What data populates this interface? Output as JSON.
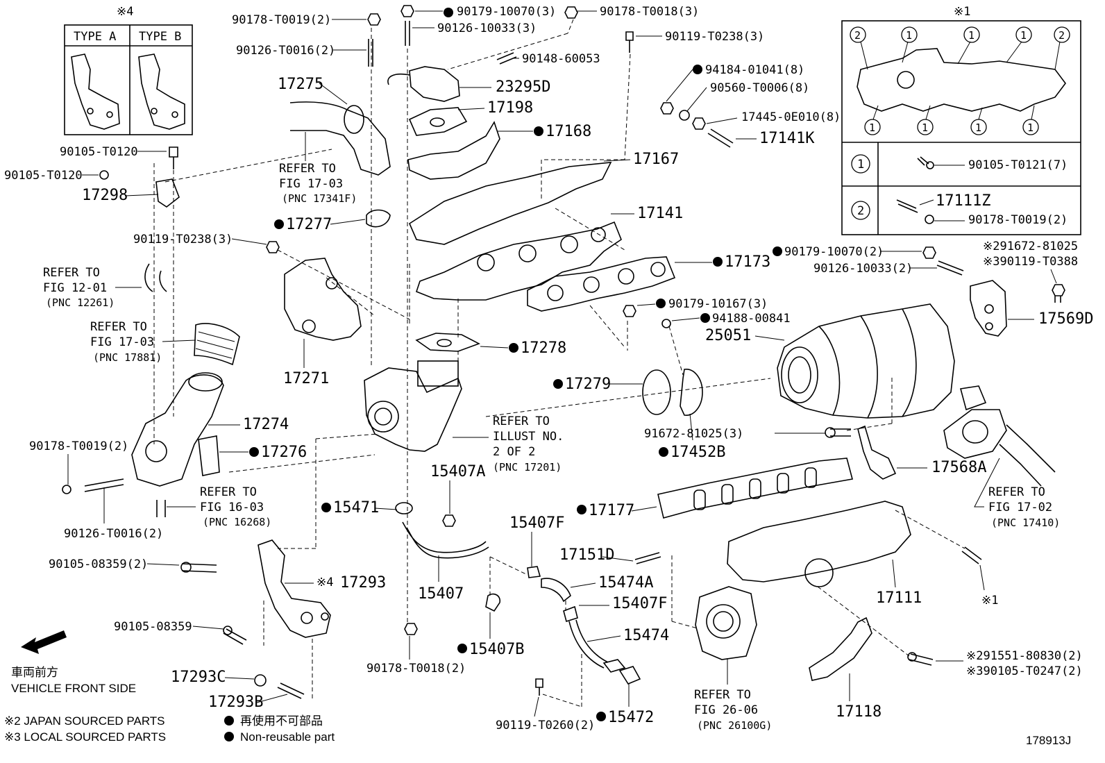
{
  "diagram_id": "178913J",
  "type_box": {
    "mark": "※4",
    "type_a": "TYPE A",
    "type_b": "TYPE B"
  },
  "ref_box": {
    "mark": "※1",
    "circle_1": "1",
    "circle_2": "2",
    "row1_part": "90105-T0121(7)",
    "row2_part_a": "17111Z",
    "row2_part_b": "90178-T0019(2)"
  },
  "labels": {
    "p90178_T0019_2a": "90178-T0019(2)",
    "p90179_10070_3": "90179-10070(3)",
    "p90178_T0018_3": "90178-T0018(3)",
    "p90126_10033_3": "90126-10033(3)",
    "p90119_T0238_3a": "90119-T0238(3)",
    "p90126_T0016_2a": "90126-T0016(2)",
    "p90148_60053": "90148-60053",
    "p94184_01041_8": "94184-01041(8)",
    "p17275": "17275",
    "p23295D": "23295D",
    "p90560_T0006_8": "90560-T0006(8)",
    "p17198": "17198",
    "p17445_0E010_8": "17445-0E010(8)",
    "p17168": "17168",
    "p17141K": "17141K",
    "p90105_T0120a": "90105-T0120",
    "p90105_T0120b": "90105-T0120",
    "p17167": "17167",
    "p17298": "17298",
    "p17141": "17141",
    "p17277": "17277",
    "p90119_T0238_3b": "90119-T0238(3)",
    "p90179_10070_2": "90179-10070(2)",
    "p91672_81025_top": "※291672-81025",
    "p90119_T0388": "※390119-T0388",
    "p90126_10033_2": "90126-10033(2)",
    "p17173": "17173",
    "p90179_10167_3": "90179-10167(3)",
    "p94188_00841": "94188-00841",
    "p17569D": "17569D",
    "p25051": "25051",
    "p17278": "17278",
    "p17271": "17271",
    "p17279": "17279",
    "p17274": "17274",
    "p91672_81025_3": "91672-81025(3)",
    "p17452B": "17452B",
    "p17276": "17276",
    "p17568A": "17568A",
    "p90178_T0019_2b": "90178-T0019(2)",
    "p15407A": "15407A",
    "p17177": "17177",
    "p90126_T0016_2b": "90126-T0016(2)",
    "p15471": "15471",
    "p15407F_a": "15407F",
    "p17151D": "17151D",
    "p90105_08359_2": "90105-08359(2)",
    "p15474A": "15474A",
    "p17111": "17111",
    "p17293": "17293",
    "p17293_mark": "※4",
    "p15407": "15407",
    "p15407F_b": "15407F",
    "p17111_mark": "※1",
    "p90105_08359": "90105-08359",
    "p15474": "15474",
    "p15407B": "15407B",
    "p91551_80830": "※291551-80830(2)",
    "p90105_T0247": "※390105-T0247(2)",
    "p90178_T0018_2": "90178-T0018(2)",
    "p17293C": "17293C",
    "p17118": "17118",
    "p17293B": "17293B",
    "p15472": "15472",
    "p90119_T0260_2": "90119-T0260(2)"
  },
  "refers": {
    "r1": [
      "REFER TO",
      "FIG 17-03",
      "(PNC 17341F)"
    ],
    "r2": [
      "REFER TO",
      "FIG 12-01",
      "(PNC 12261)"
    ],
    "r3": [
      "REFER TO",
      "FIG 17-03",
      "(PNC 17881)"
    ],
    "r4": [
      "REFER TO",
      "ILLUST NO.",
      "2 OF 2",
      "(PNC 17201)"
    ],
    "r5": [
      "REFER TO",
      "FIG 16-03",
      "(PNC 16268)"
    ],
    "r6": [
      "REFER TO",
      "FIG 17-02",
      "(PNC 17410)"
    ],
    "r7": [
      "REFER TO",
      "FIG 26-06",
      "(PNC 26100G)"
    ]
  },
  "legend": {
    "direction_jp": "車両前方",
    "direction_en": "VEHICLE FRONT SIDE",
    "note2": "※2 JAPAN SOURCED PARTS",
    "note3": "※3 LOCAL SOURCED PARTS",
    "nonreuse_jp": "再使用不可部品",
    "nonreuse_en": "Non-reusable part"
  }
}
